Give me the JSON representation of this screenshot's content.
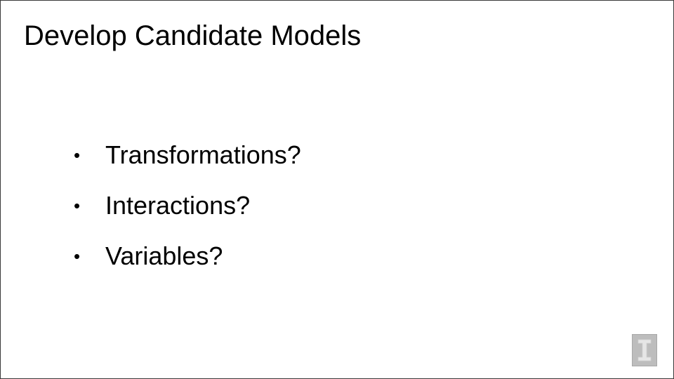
{
  "slide": {
    "title": "Develop Candidate Models",
    "bullets": [
      {
        "marker": "•",
        "text": "Transformations?"
      },
      {
        "marker": "•",
        "text": "Interactions?"
      },
      {
        "marker": "•",
        "text": "Variables?"
      }
    ]
  },
  "colors": {
    "background": "#ffffff",
    "text": "#000000",
    "logo_background": "#bdbdbd",
    "logo_mark": "#e6e6e6"
  },
  "icons": {
    "logo": "university-block-i-logo"
  }
}
